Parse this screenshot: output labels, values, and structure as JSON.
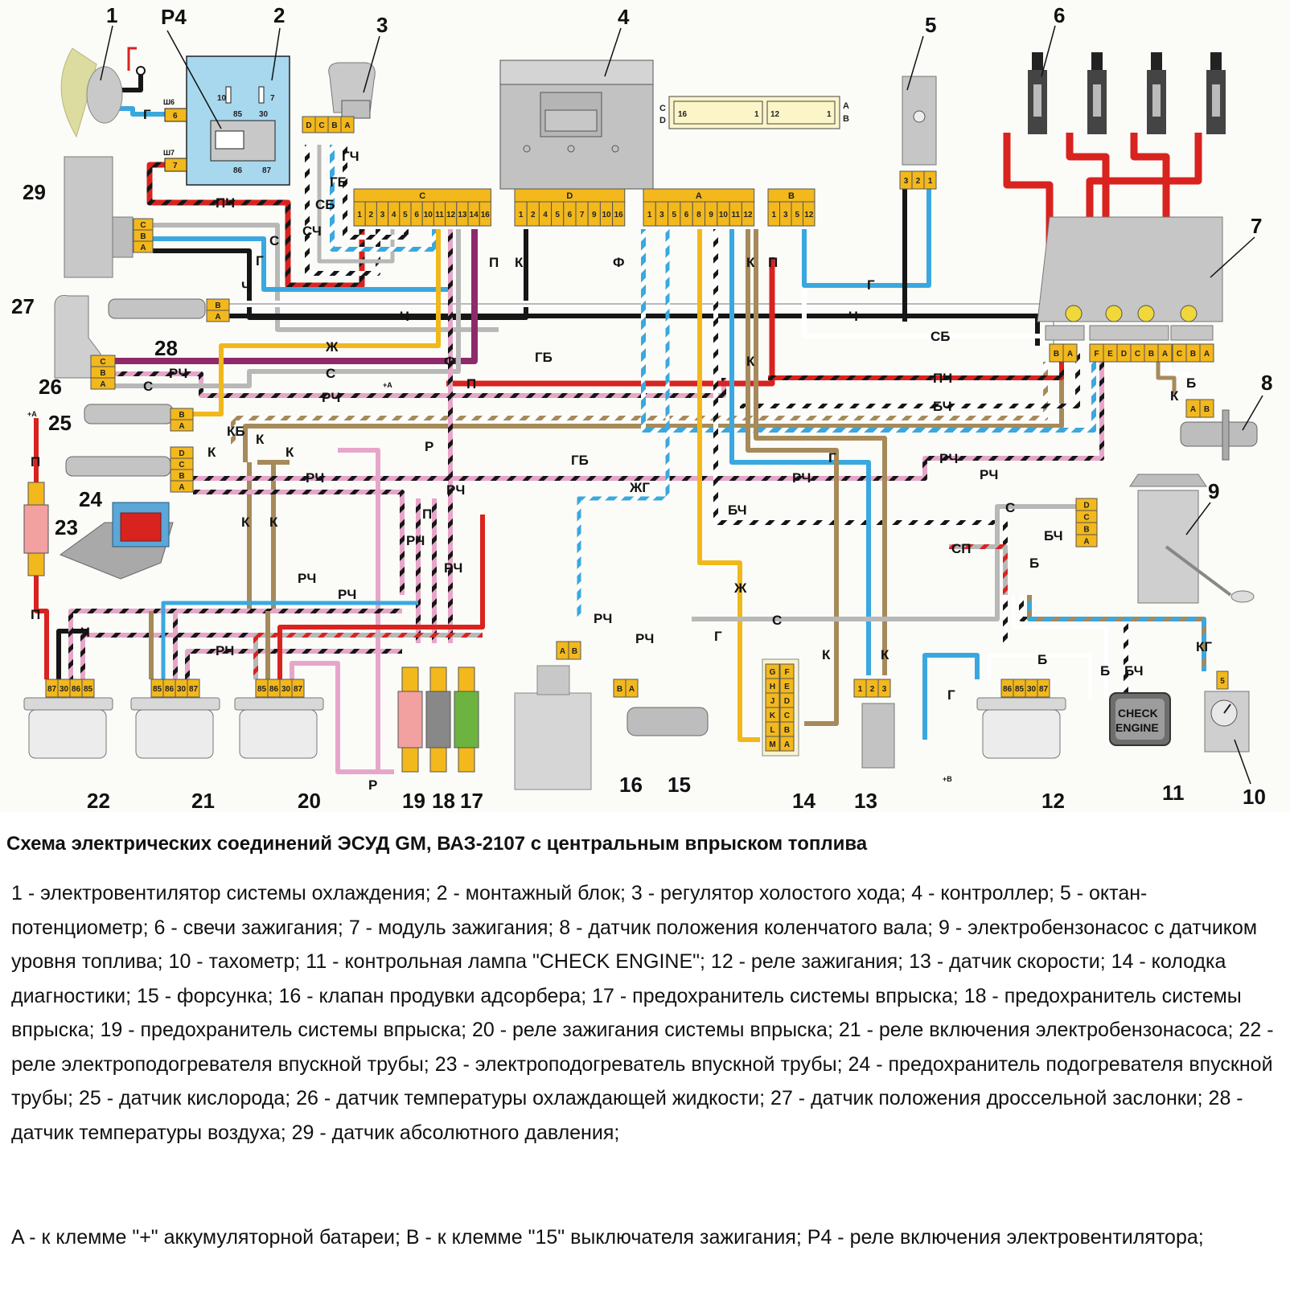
{
  "callouts": {
    "c1": "1",
    "c2": "2",
    "c3": "3",
    "c4": "4",
    "c5": "5",
    "c6": "6",
    "c7": "7",
    "c8": "8",
    "c9": "9",
    "c10": "10",
    "c11": "11",
    "c12": "12",
    "c13": "13",
    "c14": "14",
    "c15": "15",
    "c16": "16",
    "c17": "17",
    "c18": "18",
    "c19": "19",
    "c20": "20",
    "c21": "21",
    "c22": "22",
    "c23": "23",
    "c24": "24",
    "c25": "25",
    "c26": "26",
    "c27": "27",
    "c28": "28",
    "c29": "29",
    "p4": "P4"
  },
  "mounting_block": {
    "sh6": "Ш6",
    "sh6_pin": "6",
    "sh7": "Ш7",
    "sh7_pin": "7",
    "fuse10": "10",
    "fuse7": "7",
    "t85": "85",
    "t30": "30",
    "t86": "86",
    "t87": "87"
  },
  "controller": {
    "connectors": [
      {
        "name": "C",
        "pins": [
          "1",
          "2",
          "3",
          "4",
          "5",
          "6",
          "10",
          "11",
          "12",
          "13",
          "14",
          "16"
        ]
      },
      {
        "name": "D",
        "pins": [
          "1",
          "2",
          "4",
          "5",
          "6",
          "7",
          "9",
          "10",
          "16"
        ]
      },
      {
        "name": "A",
        "pins": [
          "1",
          "3",
          "5",
          "6",
          "8",
          "9",
          "10",
          "11",
          "12"
        ]
      },
      {
        "name": "B",
        "pins": [
          "1",
          "3",
          "5",
          "12"
        ]
      }
    ],
    "face": {
      "left_top": "C",
      "left_bottom": "D",
      "right_top": "A",
      "right_bottom": "B",
      "left_pin_high": "16",
      "left_pin_low": "1",
      "right_pin_high": "12",
      "right_pin_low": "1"
    }
  },
  "connectors": {
    "idle_regulator": [
      "D",
      "C",
      "B",
      "A"
    ],
    "map_sensor": [
      "C",
      "B",
      "A"
    ],
    "air_temp": [
      "B",
      "A"
    ],
    "tps": [
      "C",
      "B",
      "A"
    ],
    "coolant_temp": [
      "B",
      "A"
    ],
    "oxygen": [
      "D",
      "C",
      "B",
      "A"
    ],
    "octane": [
      "3",
      "2",
      "1"
    ],
    "ignition_module": [
      [
        "B",
        "A"
      ],
      [
        "F",
        "E",
        "D",
        "C",
        "B",
        "A"
      ],
      [
        "C",
        "B",
        "A"
      ]
    ],
    "crank_sensor": [
      "A",
      "B"
    ],
    "fuel_pump": [
      "D",
      "C",
      "B",
      "A"
    ],
    "relay22": [
      "87",
      "30",
      "86",
      "85"
    ],
    "relay21": [
      "85",
      "86",
      "30",
      "87"
    ],
    "relay20": [
      "85",
      "86",
      "30",
      "87"
    ],
    "relay12": [
      "86",
      "85",
      "30",
      "87"
    ],
    "canister": [
      "A",
      "B"
    ],
    "injector": [
      "B",
      "A"
    ],
    "diag": [
      [
        "G",
        "F"
      ],
      [
        "H",
        "E"
      ],
      [
        "J",
        "D"
      ],
      [
        "K",
        "C"
      ],
      [
        "L",
        "B"
      ],
      [
        "M",
        "A"
      ]
    ],
    "speed": [
      "1",
      "2",
      "3"
    ],
    "tacho": "5"
  },
  "wire_labels": {
    "g_fan": "Г",
    "pch": "ПЧ",
    "s_map": "С",
    "g_map": "Г",
    "ch_map": "Ч",
    "gch": "ГЧ",
    "gb": "ГБ",
    "sb_l": "СБ",
    "sch": "СЧ",
    "ch_main": "Ч",
    "ch_right": "Ч",
    "zh": "Ж",
    "f": "Ф",
    "s_mid": "С",
    "rch1": "РЧ",
    "rch2": "РЧ",
    "s_tps": "С",
    "plus_a_mid": "+A",
    "p_mid": "П",
    "kb": "КБ",
    "k_top": "К",
    "k_o2": "К",
    "k_ground": "К",
    "rch_o2": "РЧ",
    "r": "Р",
    "k_left1": "К",
    "k_left2": "К",
    "p_top": "П",
    "f_top": "Ф",
    "k_top2": "К",
    "p_top2": "П",
    "k_d": "К",
    "p_c": "П",
    "g_oct": "Г",
    "sb_right": "СБ",
    "pch_right": "ПЧ",
    "bch_right": "БЧ",
    "k_mid": "К",
    "gb_mid": "ГБ",
    "zhg": "ЖГ",
    "bch_mid": "БЧ",
    "g_mid": "Г",
    "rch_mid": "РЧ",
    "rch_r1": "РЧ",
    "rch_r2": "РЧ",
    "s_pump": "С",
    "sp": "СП",
    "bch_pump": "БЧ",
    "b_pump": "Б",
    "b_crank": "Б",
    "k_crank": "К",
    "rch_b1": "РЧ",
    "rch_b2": "РЧ",
    "p_b": "П",
    "rch_b3": "РЧ",
    "rch_b4": "РЧ",
    "rch_b5": "РЧ",
    "rch_b6": "РЧ",
    "zh_diag": "Ж",
    "s_diag": "С",
    "g_diag": "Г",
    "rch_inj": "РЧ",
    "k_diag": "К",
    "k_speed": "К",
    "g_12": "Г",
    "b_12": "Б",
    "b_11": "Б",
    "bch_11": "БЧ",
    "kg": "КГ",
    "plus_a": "+A",
    "p_fuse1": "П",
    "p_fuse2": "П",
    "ch_relay": "Ч",
    "rch_relay": "РЧ",
    "r_fuse": "Р",
    "plus_b": "+B"
  },
  "check_engine": {
    "line1": "CHECK",
    "line2": "ENGINE"
  },
  "caption": "Схема электрических соединений ЭСУД GM, ВАЗ-2107 с центральным впрыском топлива",
  "legend": "1 - электровентилятор системы охлаждения; 2 - монтажный блок; 3 - регулятор холостого хода; 4 - контроллер; 5 - октан-потенциометр; 6 - свечи зажигания; 7 - модуль зажигания; 8 - датчик положения коленчатого вала; 9 - электробензонасос с датчиком уровня топлива; 10 - тахометр; 11 - контрольная лампа \"CHECK ENGINE\"; 12 - реле зажигания; 13 - датчик скорости; 14 - колодка диагностики; 15 - форсунка; 16 - клапан продувки адсорбера; 17 - предохранитель системы впрыска; 18 - предохранитель системы впрыска; 19 - предохранитель системы впрыска; 20 - реле зажигания системы впрыска; 21 - реле включения электробензонасоса; 22 - реле электроподогревателя впускной трубы; 23 - электроподогреватель впускной трубы; 24 - предохранитель подогревателя впускной трубы; 25 - датчик кислорода; 26 - датчик температуры охлаждающей жидкости; 27 - датчик положения дроссельной заслонки; 28 - датчик температуры воздуха; 29 - датчик абсолютного давления;",
  "notes": "A - к клемме \"+\" аккумуляторной батареи; B - к клемме \"15\" выключателя зажигания; P4 - реле включения электровентилятора;",
  "colors": {
    "connector": "#f2b81c",
    "wire_red": "#d8231f",
    "wire_blue": "#3aa8df",
    "wire_black": "#161616",
    "wire_gray": "#b8b8b8",
    "wire_pink": "#e7a6c9",
    "wire_brown": "#a68a5a",
    "wire_yellow": "#f0b81a",
    "wire_violet": "#8e2a6a",
    "mounting_block": "#a7d8ee",
    "relay": "#e6e6e6",
    "fuse_red": "#f2a0a0",
    "fuse_gray": "#888888",
    "fuse_green": "#6db33f"
  }
}
